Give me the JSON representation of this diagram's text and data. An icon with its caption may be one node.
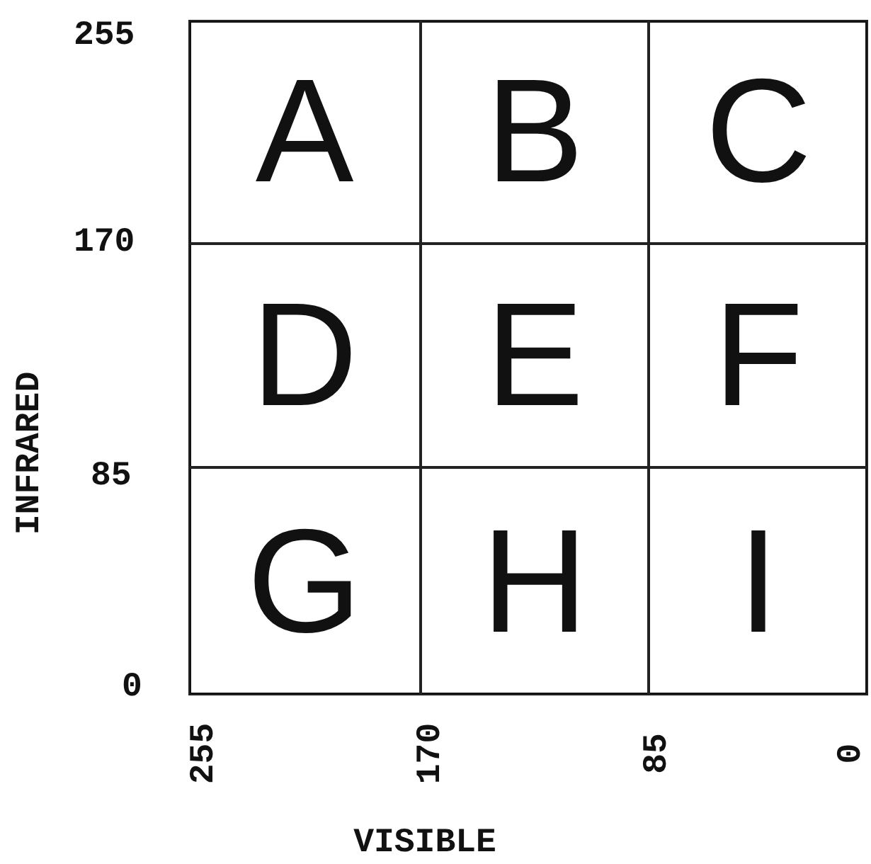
{
  "diagram": {
    "nodes": [
      {
        "text": [
          "A"
        ]
      },
      {
        "text": [
          "B"
        ]
      },
      {
        "text": [
          "C"
        ]
      },
      {
        "text": [
          "D"
        ]
      },
      {
        "text": [
          "E"
        ]
      },
      {
        "text": [
          "F"
        ]
      },
      {
        "text": [
          "G"
        ]
      },
      {
        "text": [
          "H"
        ]
      },
      {
        "text": [
          "I"
        ]
      }
    ],
    "labels": [
      "255",
      "170",
      "INFRARED",
      "85",
      "0",
      "255",
      "170",
      "85",
      "0",
      "VISIBLE"
    ]
  }
}
